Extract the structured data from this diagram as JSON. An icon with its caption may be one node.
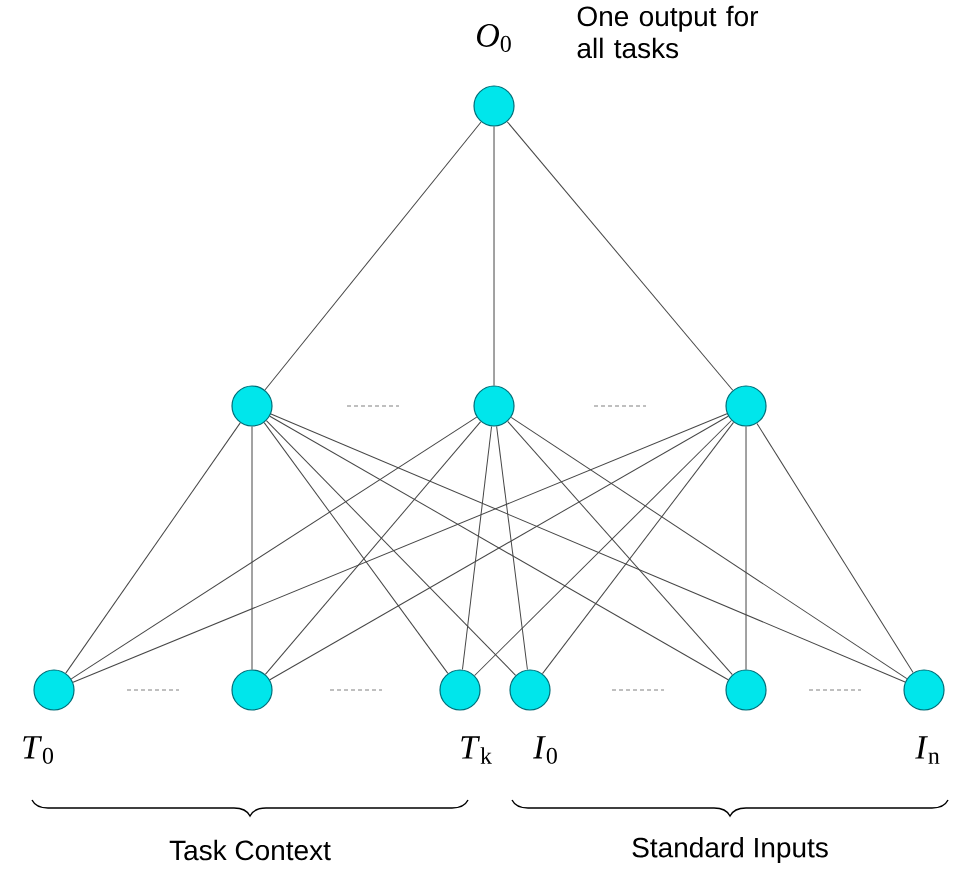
{
  "diagram": {
    "nodes": [
      {
        "text": [],
        "shape": "circle",
        "beside": [
          "*O*$_{0}$",
          "One output for all tasks"
        ]
      },
      {
        "text": [],
        "shape": "circle"
      },
      {
        "text": [],
        "shape": "circle"
      },
      {
        "text": [],
        "shape": "circle"
      },
      {
        "text": [],
        "shape": "circle",
        "beside": [
          "*T*$_{0}$"
        ]
      },
      {
        "text": [],
        "shape": "circle"
      },
      {
        "text": [],
        "shape": "circle",
        "beside": [
          "*T*$_{k}$"
        ]
      },
      {
        "text": [],
        "shape": "circle",
        "beside": [
          "*I*$_{0}$"
        ]
      },
      {
        "text": [],
        "shape": "circle"
      },
      {
        "text": [],
        "shape": "circle",
        "beside": [
          "*I*$_{n}$"
        ]
      }
    ],
    "edges": [
      {
        "from": 0,
        "to": 1,
        "arrow": "none"
      },
      {
        "from": 0,
        "to": 2,
        "arrow": "none"
      },
      {
        "from": 0,
        "to": 3,
        "arrow": "none"
      },
      {
        "from": 1,
        "to": 4,
        "arrow": "none"
      },
      {
        "from": 1,
        "to": 5,
        "arrow": "none"
      },
      {
        "from": 1,
        "to": 6,
        "arrow": "none"
      },
      {
        "from": 1,
        "to": 7,
        "arrow": "none"
      },
      {
        "from": 1,
        "to": 8,
        "arrow": "none"
      },
      {
        "from": 1,
        "to": 9,
        "arrow": "none"
      },
      {
        "from": 2,
        "to": 4,
        "arrow": "none"
      },
      {
        "from": 2,
        "to": 5,
        "arrow": "none"
      },
      {
        "from": 2,
        "to": 6,
        "arrow": "none"
      },
      {
        "from": 2,
        "to": 7,
        "arrow": "none"
      },
      {
        "from": 2,
        "to": 8,
        "arrow": "none"
      },
      {
        "from": 2,
        "to": 9,
        "arrow": "none"
      },
      {
        "from": 3,
        "to": 4,
        "arrow": "none"
      },
      {
        "from": 3,
        "to": 5,
        "arrow": "none"
      },
      {
        "from": 3,
        "to": 6,
        "arrow": "none"
      },
      {
        "from": 3,
        "to": 7,
        "arrow": "none"
      },
      {
        "from": 3,
        "to": 8,
        "arrow": "none"
      },
      {
        "from": 3,
        "to": 9,
        "arrow": "none"
      }
    ],
    "labels": [
      "Task Context",
      "Standard Inputs"
    ]
  }
}
